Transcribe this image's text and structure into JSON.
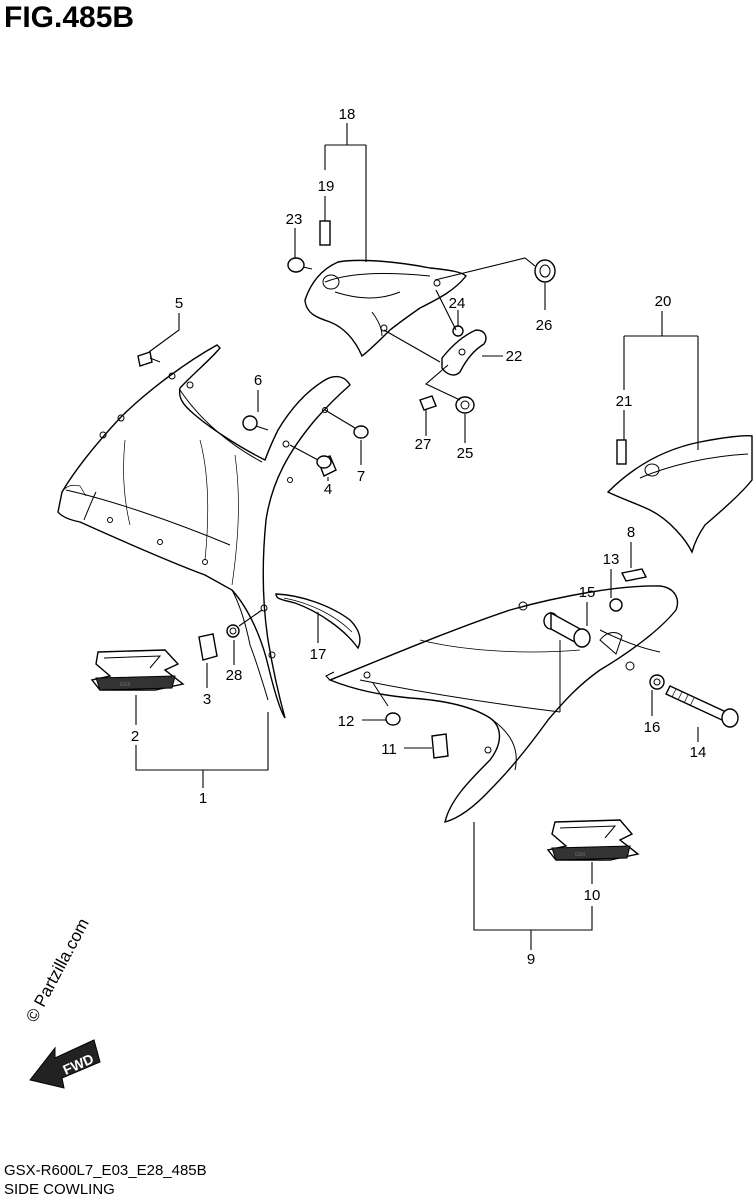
{
  "title": "FIG.485B",
  "model_code": "GSX-R600L7_E03_E28_485B",
  "caption": "SIDE COWLING",
  "watermark": "© Partzilla.com",
  "fwd_label": "FWD",
  "part_numbers": {
    "p1": "1",
    "p2": "2",
    "p3": "3",
    "p4": "4",
    "p5": "5",
    "p6": "6",
    "p7": "7",
    "p8": "8",
    "p9": "9",
    "p10": "10",
    "p11": "11",
    "p12": "12",
    "p13": "13",
    "p14": "14",
    "p15": "15",
    "p16": "16",
    "p17": "17",
    "p18": "18",
    "p19": "19",
    "p20": "20",
    "p21": "21",
    "p22": "22",
    "p23": "23",
    "p24": "24",
    "p25": "25",
    "p26": "26",
    "p27": "27",
    "p28": "28"
  }
}
